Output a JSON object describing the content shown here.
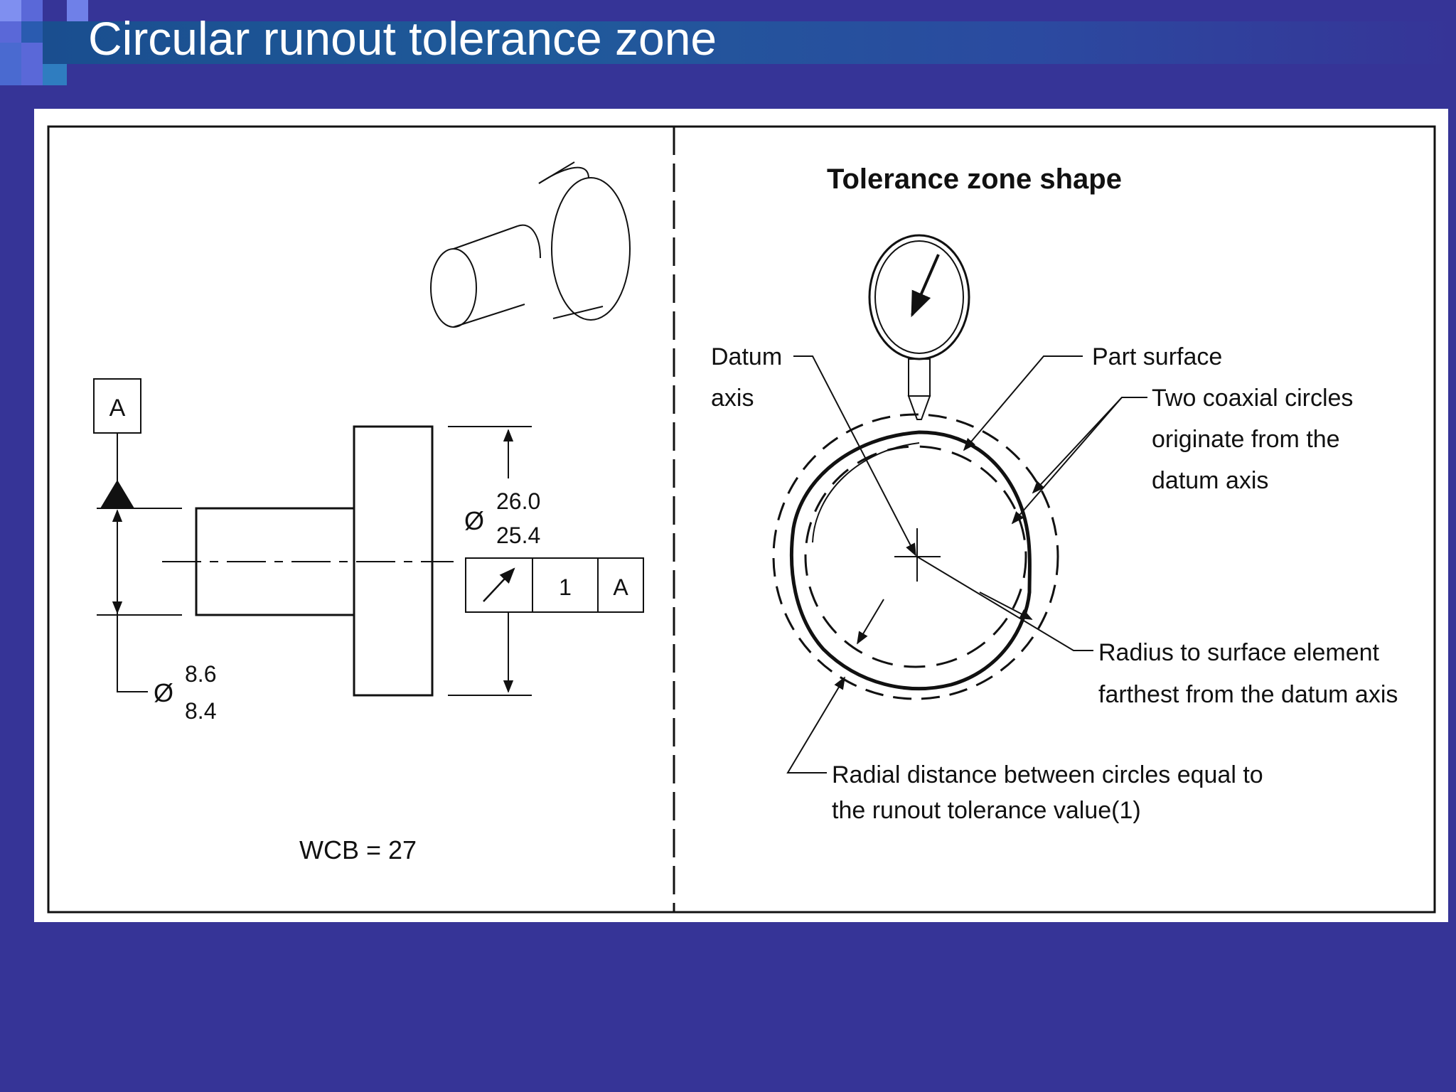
{
  "slide": {
    "title": "Circular runout tolerance zone"
  },
  "left_drawing": {
    "datum_feature_label": "A",
    "large_diameter_symbol": "Ø",
    "large_diameter_max": "26.0",
    "large_diameter_min": "25.4",
    "small_diameter_symbol": "Ø",
    "small_diameter_max": "8.6",
    "small_diameter_min": "8.4",
    "feature_control_frame": {
      "tolerance": "1",
      "datum": "A"
    },
    "wcb": "WCB = 27"
  },
  "right_drawing": {
    "heading": "Tolerance zone shape",
    "datum_axis_line1": "Datum",
    "datum_axis_line2": "axis",
    "part_surface": "Part surface",
    "coaxial_line1": "Two coaxial circles",
    "coaxial_line2": "originate from the",
    "coaxial_line3": "datum axis",
    "radius_line1": "Radius to surface element",
    "radius_line2": "farthest from the datum axis",
    "radial_line1": "Radial distance between circles equal to",
    "radial_line2": "the runout tolerance value(1)"
  }
}
